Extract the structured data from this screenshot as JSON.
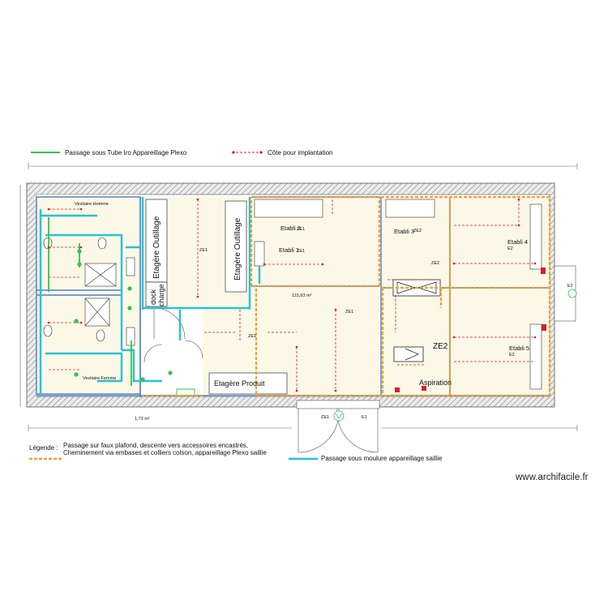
{
  "legend_top": {
    "green_line_label": "Passage sous Tube Iro Appareillage Plexo",
    "red_dim_label": "Côte pour implantation"
  },
  "legend_bottom": {
    "title": "Légende :",
    "orange_line_1": "Passage sur faux plafond, descente vers accessoires encastrés,",
    "orange_line_2": "Cheminement via embases et colliers colson, appareillage Plexo saillie",
    "cyan_line_label": "Passage sous moulure appareillage saillie"
  },
  "rooms": {
    "vestiaire_homme": "Vestiaire Homme",
    "vestiaire_femme": "Vestiaire Femme",
    "etagere_outillage_1": "Etagère Outillage",
    "etagere_outillage_2": "Etagère Outillage",
    "dock_line1": "dock",
    "dock_line2": "charge",
    "etabli_2": "Etabli 2",
    "etabli_1": "Etabli 1",
    "etabli_3": "Etabli 3",
    "etabli_4": "Etabli 4",
    "etabli_5": "Etabli 5",
    "etagere_produit": "Etagère Produit",
    "aspiration": "Aspiration",
    "zone_ze2": "ZE2",
    "area_main": "115,93 m²",
    "area_small": "1,73 m²"
  },
  "tags": {
    "ze1": "ZE1",
    "ze2": "ZE2",
    "e1": "E1",
    "e2": "E2"
  },
  "watermark": "www.archifacile.fr",
  "colors": {
    "green": "#2fc64a",
    "orange": "#f0a030",
    "cyan": "#26c4d2",
    "red": "#d62020",
    "blue_wall": "#4a7fc8",
    "room_fill": "#fbf8e8",
    "wall_hatch": "#9a9a9a"
  }
}
